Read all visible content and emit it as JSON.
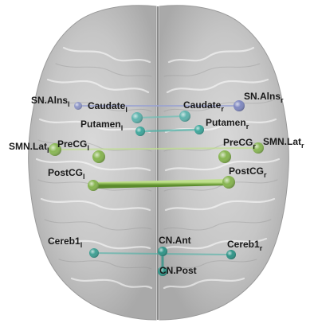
{
  "nodes": [
    {
      "id": "sn-alns-l",
      "label": "SN.Alns",
      "sub": "l",
      "color": "#8f97c7"
    },
    {
      "id": "sn-alns-r",
      "label": "SN.Alns",
      "sub": "r",
      "color": "#7f88c0"
    },
    {
      "id": "caudate-l",
      "label": "Caudate",
      "sub": "l",
      "color": "#5fb3ad"
    },
    {
      "id": "caudate-r",
      "label": "Caudate",
      "sub": "r",
      "color": "#5fb3ad"
    },
    {
      "id": "putamen-l",
      "label": "Putamen",
      "sub": "l",
      "color": "#3fa79c"
    },
    {
      "id": "putamen-r",
      "label": "Putamen",
      "sub": "r",
      "color": "#3fa79c"
    },
    {
      "id": "smn-lat-l",
      "label": "SMN.Lat",
      "sub": "l",
      "color": "#8ab755"
    },
    {
      "id": "precg-l",
      "label": "PreCG",
      "sub": "l",
      "color": "#86b44f"
    },
    {
      "id": "precg-r",
      "label": "PreCG",
      "sub": "r",
      "color": "#86b44f"
    },
    {
      "id": "smn-lat-r",
      "label": "SMN.Lat",
      "sub": "r",
      "color": "#8ab755"
    },
    {
      "id": "postcg-l",
      "label": "PostCG",
      "sub": "l",
      "color": "#86b44f"
    },
    {
      "id": "postcg-r",
      "label": "PostCG",
      "sub": "r",
      "color": "#86b44f"
    },
    {
      "id": "cereb1-l",
      "label": "Cereb1",
      "sub": "l",
      "color": "#3f9f93"
    },
    {
      "id": "cereb1-r",
      "label": "Cereb1",
      "sub": "r",
      "color": "#2f9487"
    },
    {
      "id": "cn-ant",
      "label": "CN.Ant",
      "sub": "",
      "color": "#2f9487"
    },
    {
      "id": "cn-post",
      "label": "CN.Post",
      "sub": "",
      "color": "#2f9487"
    }
  ],
  "colors": {
    "salience": "#8f97c7",
    "subcortical": "#4ab0a5",
    "sensorimotor": "#8ab755",
    "cerebellar": "#2f9487"
  }
}
